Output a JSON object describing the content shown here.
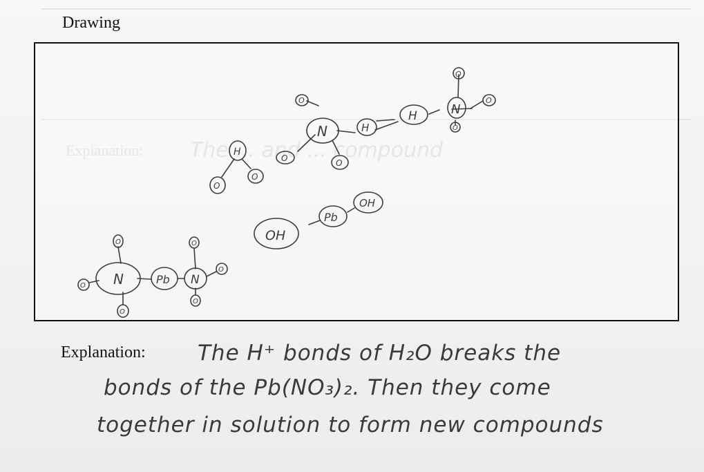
{
  "page": {
    "drawing_heading": "Drawing",
    "explanation_label": "Explanation:"
  },
  "show_through": {
    "explanation_label": "Explanation:",
    "handwriting": "The ... and ... compound"
  },
  "drawing": {
    "molecules": [
      {
        "name": "nitric-acid",
        "atom_labels": [
          "H",
          "H",
          "N",
          "N",
          "O",
          "O",
          "O",
          "O",
          "O",
          "O"
        ]
      },
      {
        "name": "water",
        "atom_labels": [
          "H",
          "O",
          "O"
        ]
      },
      {
        "name": "lead-hydroxide",
        "atom_labels": [
          "OH",
          "Pb",
          "OH"
        ]
      },
      {
        "name": "lead-nitrate",
        "atom_labels": [
          "N",
          "Pb",
          "N",
          "O",
          "O",
          "O",
          "O",
          "O",
          "O"
        ]
      }
    ]
  },
  "explanation": {
    "lines": [
      "The H⁺ bonds of H₂O breaks the",
      "bonds of the Pb(NO₃)₂. Then they come",
      "together in solution to form new compounds"
    ]
  }
}
